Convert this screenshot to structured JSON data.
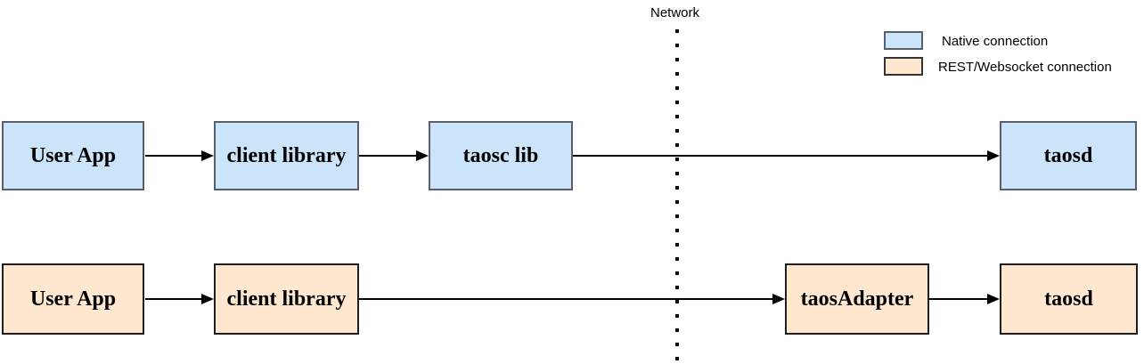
{
  "diagram": {
    "network_label": "Network",
    "legend": {
      "items": [
        {
          "label": "Native connection",
          "color": "#cce4fa",
          "border": "#57606b"
        },
        {
          "label": "REST/Websocket connection",
          "color": "#ffe8cf",
          "border": "#333333"
        }
      ]
    },
    "native_row": {
      "user_app": "User App",
      "client_library": "client library",
      "taosc_lib": "taosc lib",
      "taosd": "taosd"
    },
    "rest_row": {
      "user_app": "User App",
      "client_library": "client library",
      "taos_adapter": "taosAdapter",
      "taosd": "taosd"
    },
    "colors": {
      "native_fill": "#cce4fa",
      "native_border": "#57606b",
      "rest_fill": "#ffe8cf",
      "rest_border": "#1f1f1f",
      "line": "#000000",
      "background": "#ffffff"
    }
  }
}
